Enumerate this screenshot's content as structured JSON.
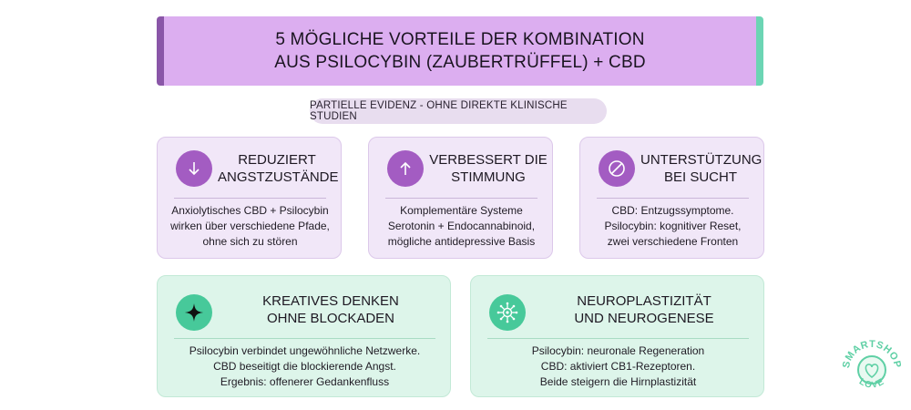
{
  "title": {
    "line1": "5 MÖGLICHE VORTEILE DER KOMBINATION",
    "line2": "AUS PSILOCYBIN (ZAUBERTRÜFFEL) + CBD"
  },
  "subtitle": "PARTIELLE EVIDENZ - OHNE DIREKTE KLINISCHE STUDIEN",
  "cards": [
    {
      "icon": "arrow-down-icon",
      "title": [
        "REDUZIERT",
        "ANGSTZUSTÄNDE"
      ],
      "body": [
        "Anxiolytisches CBD + Psilocybin",
        "wirken über verschiedene Pfade,",
        "ohne sich zu stören"
      ]
    },
    {
      "icon": "arrow-up-icon",
      "title": [
        "VERBESSERT DIE",
        "STIMMUNG"
      ],
      "body": [
        "Komplementäre Systeme",
        "Serotonin + Endocannabinoid,",
        "mögliche antidepressive Basis"
      ]
    },
    {
      "icon": "no-symbol-icon",
      "title": [
        "UNTERSTÜTZUNG",
        "BEI SUCHT"
      ],
      "body": [
        "CBD: Entzugssymptome.",
        "Psilocybin: kognitiver Reset,",
        "zwei verschiedene Fronten"
      ]
    },
    {
      "icon": "sparkle-icon",
      "title": [
        "KREATIVES DENKEN",
        "OHNE BLOCKADEN"
      ],
      "body": [
        "Psilocybin verbindet ungewöhnliche Netzwerke.",
        "CBD beseitigt die blockierende Angst.",
        "Ergebnis: offenerer Gedankenfluss"
      ]
    },
    {
      "icon": "neuron-icon",
      "title": [
        "NEUROPLASTIZITÄT",
        "UND NEUROGENESE"
      ],
      "body": [
        "Psilocybin: neuronale Regeneration",
        "CBD: aktiviert CB1-Rezeptoren.",
        "Beide steigern die Hirnplastizität"
      ]
    }
  ],
  "logo": {
    "top_text": "SMARTSHOP",
    "bottom_text": "LOVE"
  },
  "colors": {
    "banner": "#dcaef0",
    "purple_accent": "#a35cc2",
    "green_accent": "#47c99a",
    "purple_card": "#f1e7f8",
    "green_card": "#ddf5ea"
  }
}
